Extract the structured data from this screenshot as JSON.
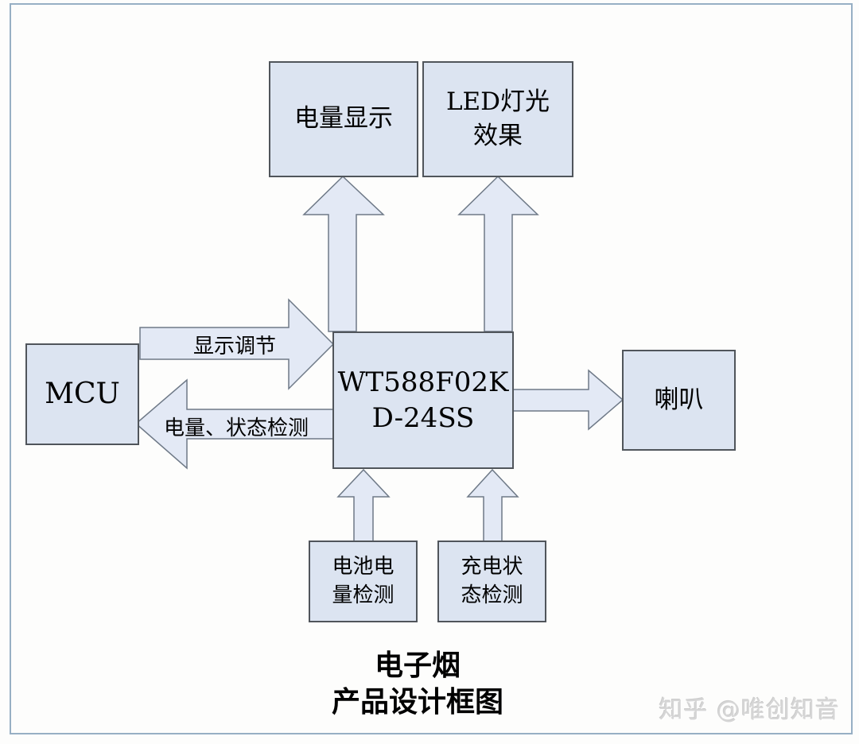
{
  "diagram": {
    "title": {
      "line1": "电子烟",
      "line2": "产品设计框图"
    },
    "boxes": {
      "battery_display": {
        "label": "电量显示"
      },
      "led_effect": {
        "label": "LED灯光\n效果"
      },
      "mcu": {
        "label": "MCU"
      },
      "main_chip": {
        "label": "WT588F02K\nD-24SS"
      },
      "speaker": {
        "label": "喇叭"
      },
      "battery_detect": {
        "label": "电池电\n量检测"
      },
      "charge_detect": {
        "label": "充电状\n态检测"
      }
    },
    "arrow_labels": {
      "display_adjust": "显示调节",
      "status_detect": "电量、状态检测"
    },
    "connections": [
      {
        "from": "WT588F02KD-24SS",
        "to": "电量显示",
        "label": ""
      },
      {
        "from": "WT588F02KD-24SS",
        "to": "LED灯光效果",
        "label": ""
      },
      {
        "from": "MCU",
        "to": "WT588F02KD-24SS",
        "label": "显示调节"
      },
      {
        "from": "WT588F02KD-24SS",
        "to": "MCU",
        "label": "电量、状态检测"
      },
      {
        "from": "WT588F02KD-24SS",
        "to": "喇叭",
        "label": ""
      },
      {
        "from": "电池电量检测",
        "to": "WT588F02KD-24SS",
        "label": ""
      },
      {
        "from": "充电状态检测",
        "to": "WT588F02KD-24SS",
        "label": ""
      }
    ],
    "colors": {
      "box_fill": "#dce4f1",
      "box_border": "#50555b",
      "arrow_fill": "#e3e9f5",
      "arrow_border": "#6e7987",
      "frame_border": "#97afc4",
      "watermark_text": "#d6d6d6"
    }
  },
  "watermark": {
    "text": "知乎 @唯创知音"
  }
}
